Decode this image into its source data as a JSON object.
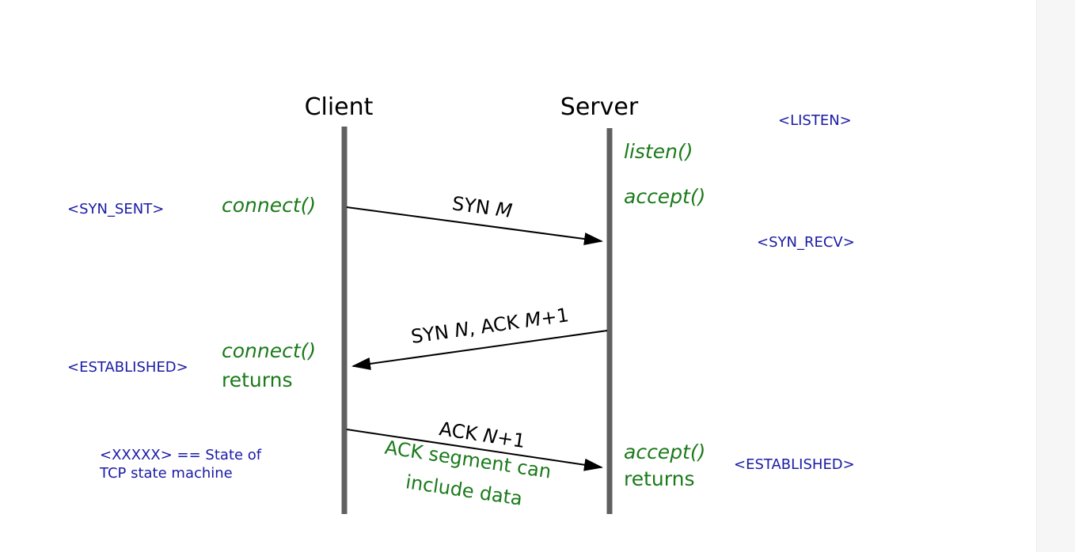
{
  "participants": {
    "client": "Client",
    "server": "Server"
  },
  "calls": {
    "listen": "listen()",
    "server_accept": "accept()",
    "client_connect": "connect()",
    "client_connect_returns_call": "connect()",
    "client_connect_returns_word": "returns",
    "server_accept_returns_call": "accept()",
    "server_accept_returns_word": "returns"
  },
  "states": {
    "listen": "<LISTEN>",
    "syn_sent": "<SYN_SENT>",
    "syn_recv": "<SYN_RECV>",
    "client_established": "<ESTABLISHED>",
    "server_established": "<ESTABLISHED>"
  },
  "messages": {
    "syn": {
      "prefix": "SYN ",
      "var": "M"
    },
    "synack": {
      "prefix": "SYN ",
      "var1": "N",
      "middle": ", ACK ",
      "var2": "M",
      "suffix": "+1"
    },
    "ack": {
      "prefix": "ACK ",
      "var": "N",
      "suffix": "+1"
    }
  },
  "notes": {
    "ack_line1": "ACK segment can",
    "ack_line2": "include data"
  },
  "legend": {
    "line1": "<XXXXX> == State of",
    "line2": "TCP state machine"
  },
  "colors": {
    "lifeline": "#606060",
    "state_text": "#1a1aa6",
    "call_text": "#1a7a1a",
    "arrow": "#000000"
  }
}
